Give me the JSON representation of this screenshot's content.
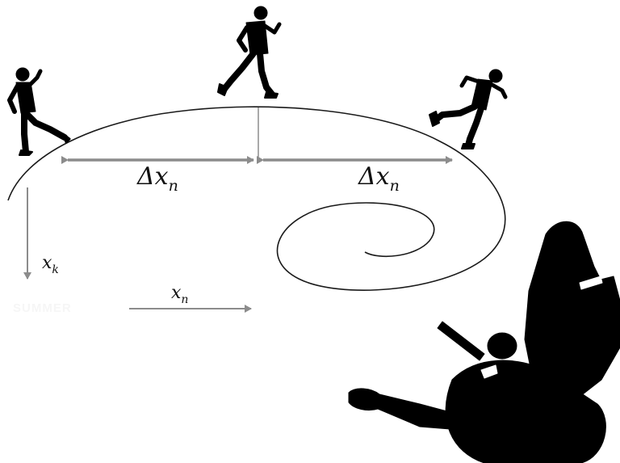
{
  "labels": {
    "delta_left": {
      "main": "Δx",
      "sub": "n"
    },
    "delta_right": {
      "main": "Δx",
      "sub": "n"
    },
    "x_k": {
      "main": "x",
      "sub": "k"
    },
    "x_n": {
      "main": "x",
      "sub": "n"
    },
    "watermark": "SUMMER"
  },
  "colors": {
    "arrow": "#8c8c8c",
    "curve": "#1a1a1a",
    "silhouette": "#000000",
    "background": "#ffffff"
  },
  "figures": [
    "runner-left",
    "runner-top",
    "runner-right",
    "falling-person"
  ]
}
